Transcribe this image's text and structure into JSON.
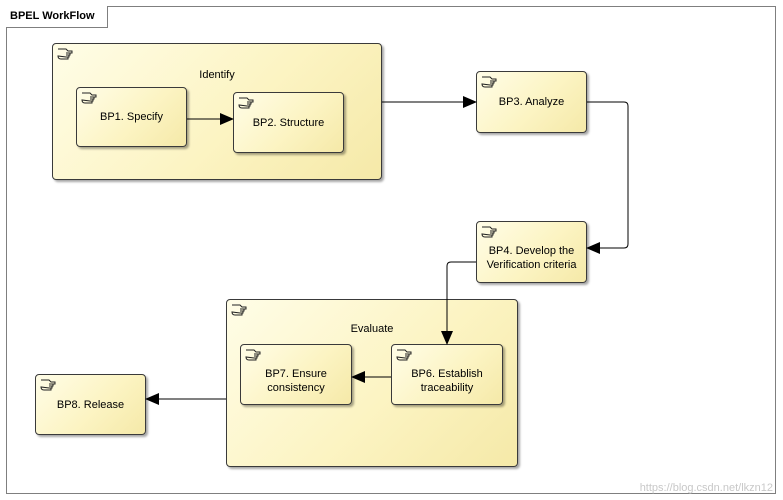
{
  "frame": {
    "title": "BPEL WorkFlow"
  },
  "containers": {
    "identify": {
      "label": "Identify"
    },
    "evaluate": {
      "label": "Evaluate"
    }
  },
  "tasks": {
    "bp1": {
      "label": "BP1. Specify"
    },
    "bp2": {
      "label": "BP2. Structure"
    },
    "bp3": {
      "label": "BP3. Analyze"
    },
    "bp4": {
      "line1": "BP4. Develop the",
      "line2": "Verification criteria"
    },
    "bp6": {
      "line1": "BP6. Establish",
      "line2": "traceability"
    },
    "bp7": {
      "line1": "BP7. Ensure",
      "line2": "consistency"
    },
    "bp8": {
      "label": "BP8. Release"
    }
  },
  "watermark": "https://blog.csdn.net/lkzn12",
  "colors": {
    "box_fill": "#fcf4c3",
    "border": "#3a3a3a",
    "arrow": "#000000"
  },
  "icon": "activity-icon"
}
